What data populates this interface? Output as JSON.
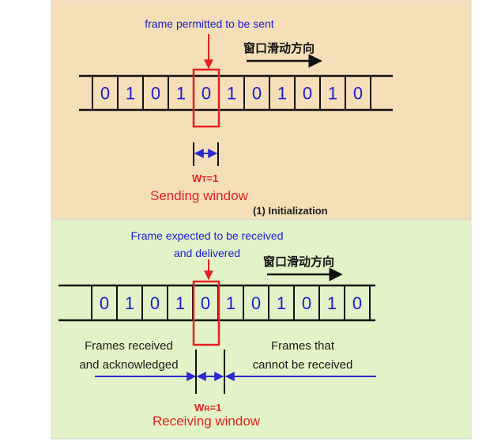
{
  "colors": {
    "top_panel": "#f5dfb8",
    "bottom_panel": "#e3f3c8",
    "text_blue": "#1a1ad6",
    "text_red": "#e62020",
    "line": "#111111"
  },
  "panel_top": {
    "frame_label": "frame permitted to be sent",
    "direction_label": "窗口滑动方向",
    "bits": [
      "0",
      "1",
      "0",
      "1",
      "0",
      "1",
      "0",
      "1",
      "0",
      "1",
      "0"
    ],
    "window_symbol": "W",
    "window_subscript": "T",
    "window_value": "=1",
    "window_name": "Sending window",
    "caption": "(1) Initialization"
  },
  "panel_bottom": {
    "frame_label_line1": "Frame expected to be received",
    "frame_label_line2": "and delivered",
    "direction_label": "窗口滑动方向",
    "bits": [
      "0",
      "1",
      "0",
      "1",
      "0",
      "1",
      "0",
      "1",
      "0",
      "1",
      "0"
    ],
    "left_label_line1": "Frames received",
    "left_label_line2": "and acknowledged",
    "right_label_line1": "Frames that",
    "right_label_line2": "cannot be received",
    "window_symbol": "W",
    "window_subscript": "R",
    "window_value": "=1",
    "window_name": "Receiving window"
  }
}
